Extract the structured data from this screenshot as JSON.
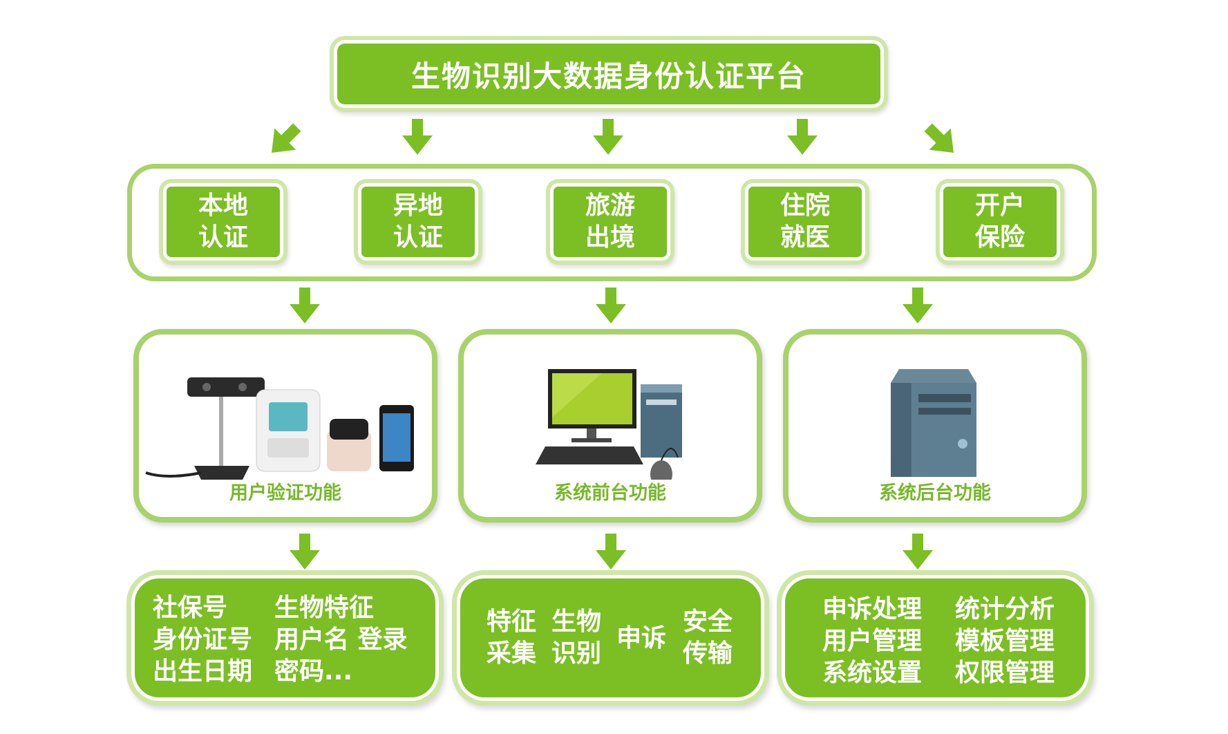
{
  "platform": {
    "title": "生物识别大数据身份认证平台"
  },
  "scenarios": [
    {
      "line1": "本地",
      "line2": "认证"
    },
    {
      "line1": "异地",
      "line2": "认证"
    },
    {
      "line1": "旅游",
      "line2": "出境"
    },
    {
      "line1": "住院",
      "line2": "就医"
    },
    {
      "line1": "开户",
      "line2": "保险"
    }
  ],
  "functions": [
    {
      "label": "用户验证功能"
    },
    {
      "label": "系统前台功能"
    },
    {
      "label": "系统后台功能"
    }
  ],
  "details": {
    "user": {
      "col1": [
        "社保号",
        "身份证号",
        "出生日期"
      ],
      "col2": [
        "生物特征",
        "用户名 登录",
        "密码..."
      ]
    },
    "front": {
      "a": [
        "特征",
        "采集"
      ],
      "b": [
        "生物",
        "识别"
      ],
      "c": [
        "申诉"
      ],
      "d": [
        "安全",
        "传输"
      ]
    },
    "back": {
      "col1": [
        "申诉处理",
        "用户管理",
        "系统设置"
      ],
      "col2": [
        "统计分析",
        "模板管理",
        "权限管理"
      ]
    }
  },
  "colors": {
    "accent": "#7bbf24",
    "frame": "#a8d26a",
    "label": "#76b82a"
  }
}
